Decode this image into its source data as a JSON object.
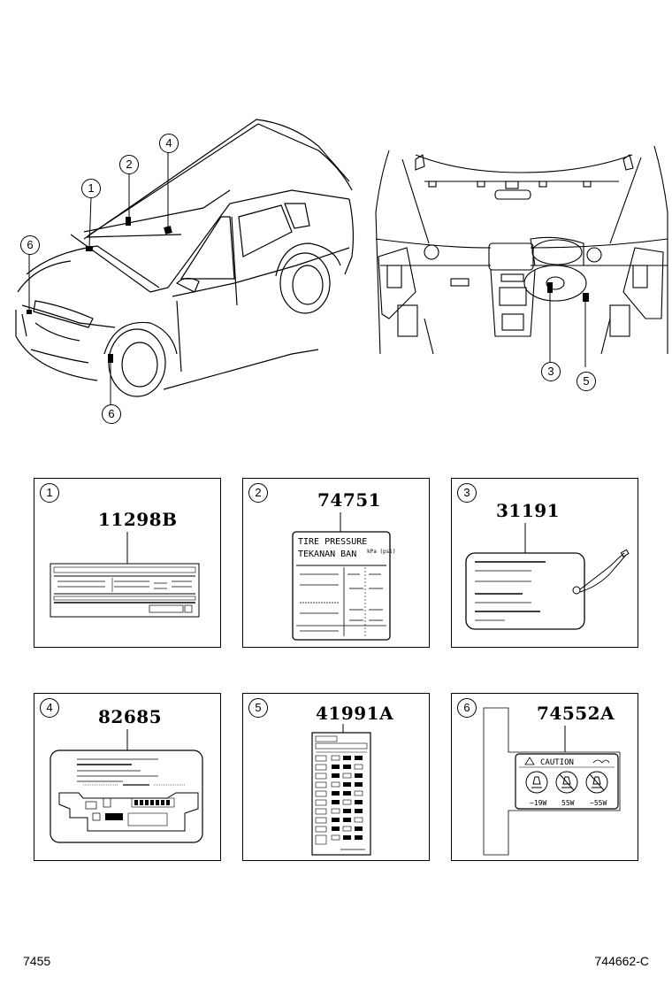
{
  "callouts": {
    "c1": "1",
    "c2": "2",
    "c3": "3",
    "c4": "4",
    "c5": "5",
    "c6a": "6",
    "c6b": "6"
  },
  "panels": [
    {
      "num": "1",
      "code": "11298B"
    },
    {
      "num": "2",
      "code": "74751",
      "label_lines": [
        "TIRE PRESSURE",
        "TEKANAN BAN"
      ],
      "label_unit": "kPa (psi)"
    },
    {
      "num": "3",
      "code": "31191"
    },
    {
      "num": "4",
      "code": "82685"
    },
    {
      "num": "5",
      "code": "41991A"
    },
    {
      "num": "6",
      "code": "74552A",
      "caution_text": "CAUTION",
      "wattages": [
        "~19W",
        "55W",
        "~55W"
      ]
    }
  ],
  "footer": {
    "left": "7455",
    "right": "744662-C"
  }
}
